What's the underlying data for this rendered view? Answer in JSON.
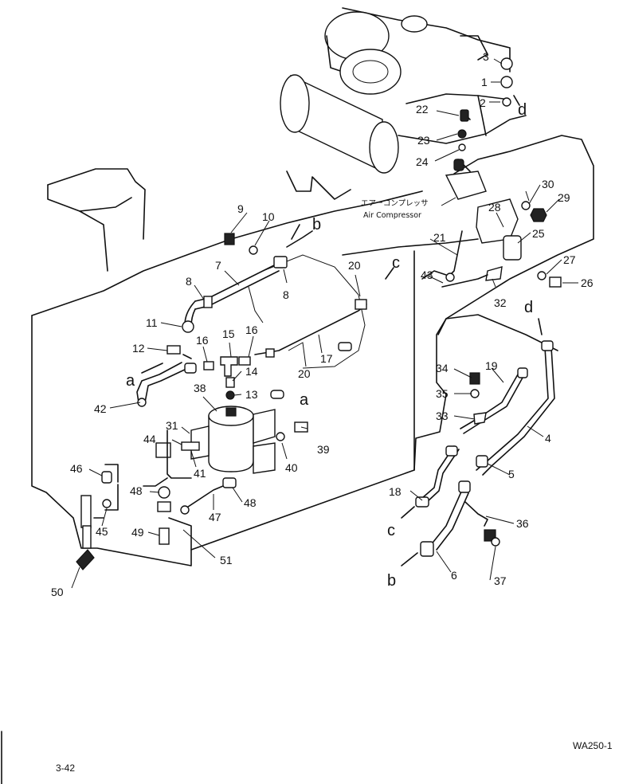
{
  "callout_labels": {
    "air_compressor_jp": "エアーコンプレッサ",
    "air_compressor_en": "Air Compressor"
  },
  "part_numbers": [
    "1",
    "2",
    "3",
    "4",
    "5",
    "6",
    "7",
    "8",
    "8",
    "9",
    "10",
    "11",
    "12",
    "13",
    "14",
    "15",
    "16",
    "16",
    "17",
    "18",
    "19",
    "20",
    "20",
    "21",
    "22",
    "23",
    "24",
    "25",
    "26",
    "27",
    "28",
    "29",
    "30",
    "31",
    "32",
    "33",
    "34",
    "35",
    "36",
    "37",
    "38",
    "39",
    "40",
    "41",
    "42",
    "43",
    "44",
    "45",
    "46",
    "47",
    "48",
    "48",
    "49",
    "50",
    "51"
  ],
  "connection_letters": {
    "a": "a",
    "b": "b",
    "c": "c",
    "d": "d"
  },
  "footer": {
    "page_number": "3-42",
    "model_code": "WA250-1"
  }
}
